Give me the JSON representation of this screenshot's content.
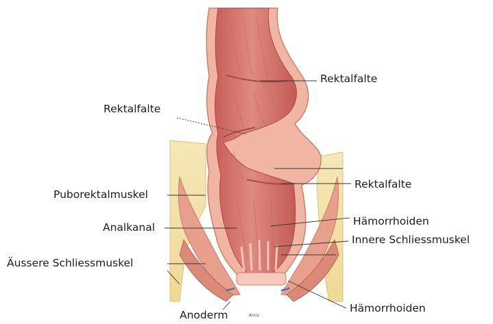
{
  "labels": {
    "rektalfalte_top": "Rektalfalte",
    "rektalfalte_left": "Rektalfalte",
    "rektalfalte_right": "Rektalfalte",
    "puborektalmuskel": "Puborektalmuskel",
    "analkanal": "Analkanal",
    "aeussere_schliessmuskel": "Äussere Schliessmuskel",
    "haemorrhoiden_upper": "Hämorrhoiden",
    "innere_schliessmuskel": "Innere Schliessmuskel",
    "haemorrhoiden_lower": "Hämorrhoiden",
    "anoderm": "Anoderm",
    "anus": "Anus"
  },
  "colors": {
    "mucosa": "#d8756f",
    "mucosa_dark": "#b9514c",
    "wall": "#f0b6a3",
    "wall_edge": "#c97a66",
    "fat": "#f2e2a8",
    "fat_edge": "#d9c27c",
    "muscle": "#e59a87",
    "leader_line": "#333333"
  }
}
